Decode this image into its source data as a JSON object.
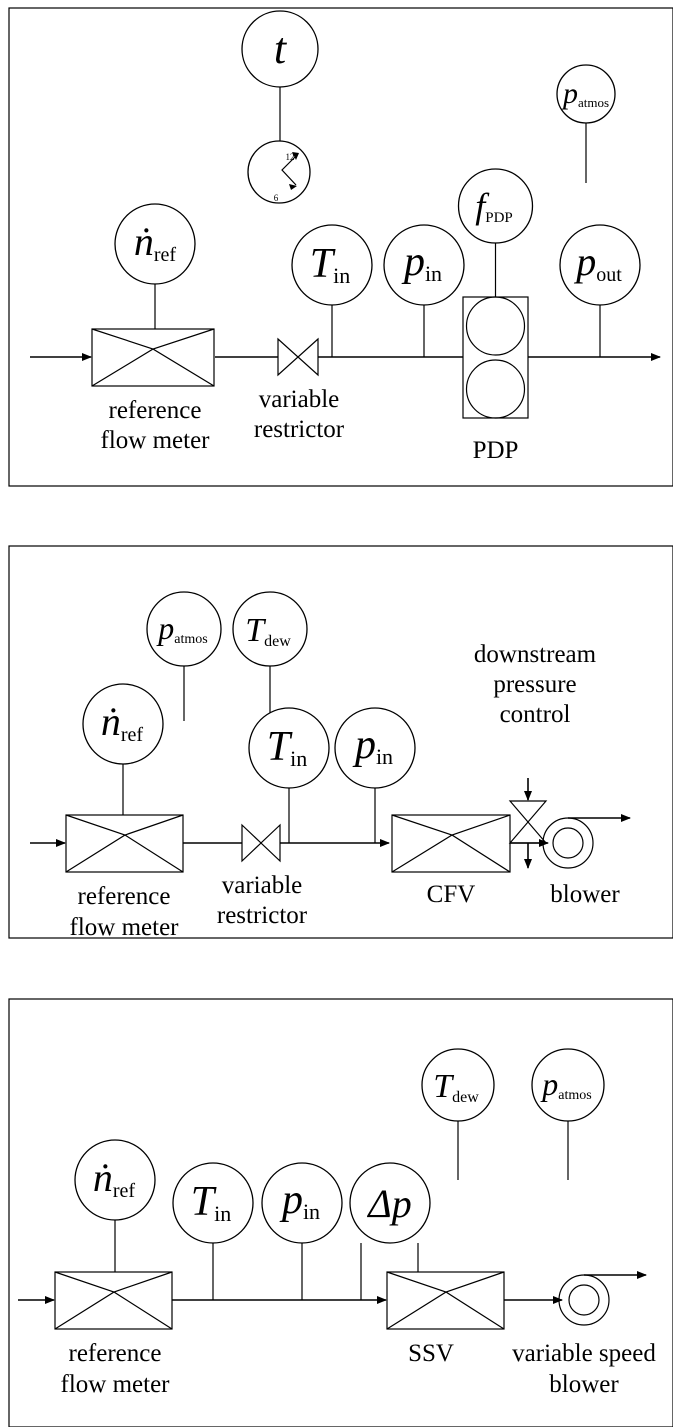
{
  "panel_a": {
    "labels": {
      "reference_flow_meter": [
        "reference",
        "flow meter"
      ],
      "variable_restrictor": [
        "variable",
        "restrictor"
      ],
      "pdp": "PDP"
    },
    "sensors": {
      "t": {
        "sym": "t",
        "sub": ""
      },
      "p_atmos": {
        "sym": "p",
        "sub": "atmos"
      },
      "n_ref": {
        "sym": "ṅ",
        "sub": "ref"
      },
      "T_in": {
        "sym": "T",
        "sub": "in"
      },
      "p_in": {
        "sym": "p",
        "sub": "in"
      },
      "f_PDP": {
        "sym": "f",
        "sub": "PDP"
      },
      "p_out": {
        "sym": "p",
        "sub": "out"
      }
    },
    "clock": {
      "top": "12",
      "bottom": "6"
    }
  },
  "panel_b": {
    "labels": {
      "reference_flow_meter": [
        "reference",
        "flow meter"
      ],
      "variable_restrictor": [
        "variable",
        "restrictor"
      ],
      "cfv": "CFV",
      "blower": "blower",
      "downstream_pressure_control": [
        "downstream",
        "pressure",
        "control"
      ]
    },
    "sensors": {
      "p_atmos": {
        "sym": "p",
        "sub": "atmos"
      },
      "T_dew": {
        "sym": "T",
        "sub": "dew"
      },
      "n_ref": {
        "sym": "ṅ",
        "sub": "ref"
      },
      "T_in": {
        "sym": "T",
        "sub": "in"
      },
      "p_in": {
        "sym": "p",
        "sub": "in"
      }
    }
  },
  "panel_c": {
    "labels": {
      "reference_flow_meter": [
        "reference",
        "flow meter"
      ],
      "ssv": "SSV",
      "variable_speed_blower": [
        "variable speed",
        "blower"
      ]
    },
    "sensors": {
      "T_dew": {
        "sym": "T",
        "sub": "dew"
      },
      "p_atmos": {
        "sym": "p",
        "sub": "atmos"
      },
      "n_ref": {
        "sym": "ṅ",
        "sub": "ref"
      },
      "T_in": {
        "sym": "T",
        "sub": "in"
      },
      "p_in": {
        "sym": "p",
        "sub": "in"
      },
      "delta_p": {
        "sym": "Δp",
        "sub": ""
      }
    }
  }
}
